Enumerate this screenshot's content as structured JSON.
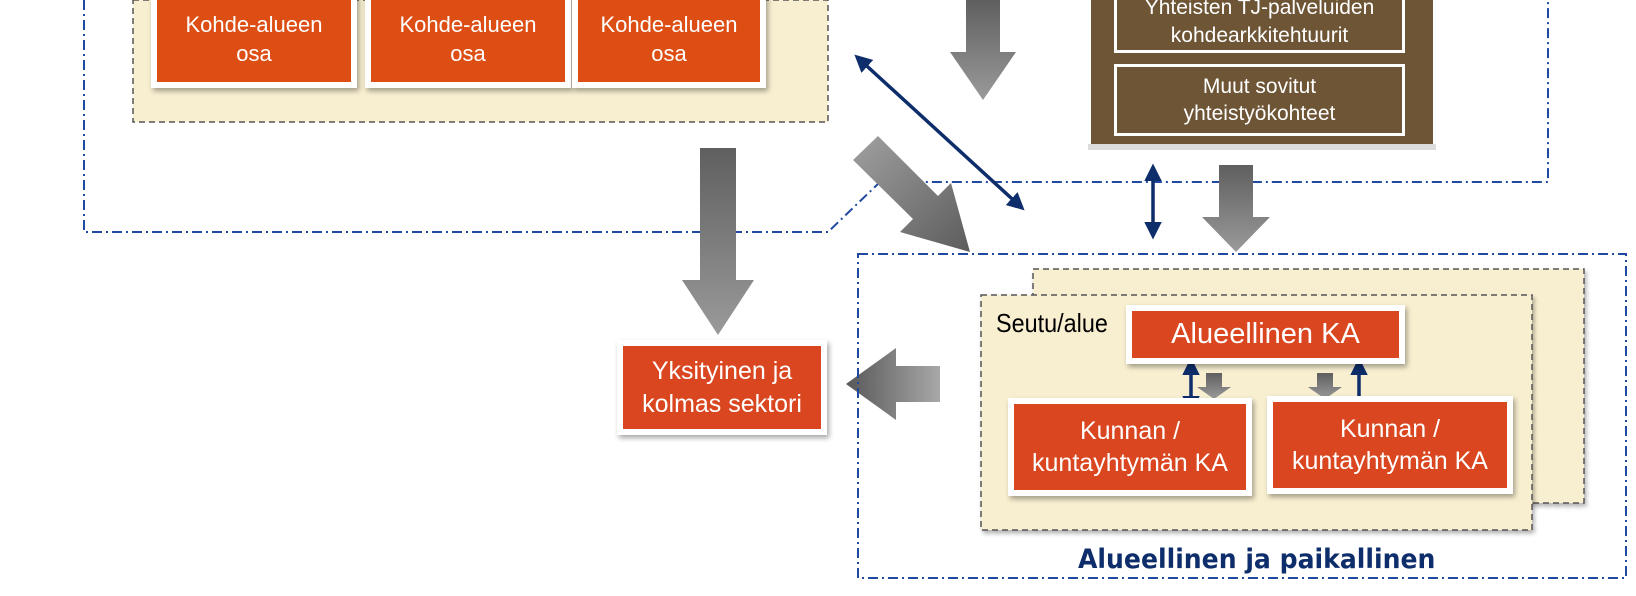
{
  "colors": {
    "accent_orange": "#dd4e14",
    "box_red_orange": "#d9461f",
    "brown": "#6d5536",
    "cream": "#f8efd0",
    "navy": "#0e2d6b",
    "border_blue": "#1f4aa0"
  },
  "top_left": {
    "boxes": [
      {
        "line1": "Kohde-alueen",
        "line2": "osa"
      },
      {
        "line1": "Kohde-alueen",
        "line2": "osa"
      },
      {
        "line1": "Kohde-alueen",
        "line2": "osa"
      }
    ]
  },
  "top_right": {
    "box1": {
      "line1": "Yhteisten TJ-palveluiden",
      "line2": "kohdearkkitehtuurit"
    },
    "box2": {
      "line1": "Muut sovitut",
      "line2": "yhteistyökohteet"
    }
  },
  "private_sector": {
    "line1": "Yksityinen ja",
    "line2": "kolmas sektori"
  },
  "regional": {
    "region_label": "Seutu/alue",
    "regional_ka": "Alueellinen KA",
    "municipal_boxes": [
      {
        "line1": "Kunnan /",
        "line2": "kuntayhtymän KA"
      },
      {
        "line1": "Kunnan /",
        "line2": "kuntayhtymän KA"
      }
    ],
    "section_title": "Alueellinen ja paikallinen"
  },
  "icons": [
    "gray-down-arrow-icon",
    "gray-left-arrow-icon",
    "gray-diagonal-arrow-icon",
    "navy-double-arrow-icon"
  ]
}
